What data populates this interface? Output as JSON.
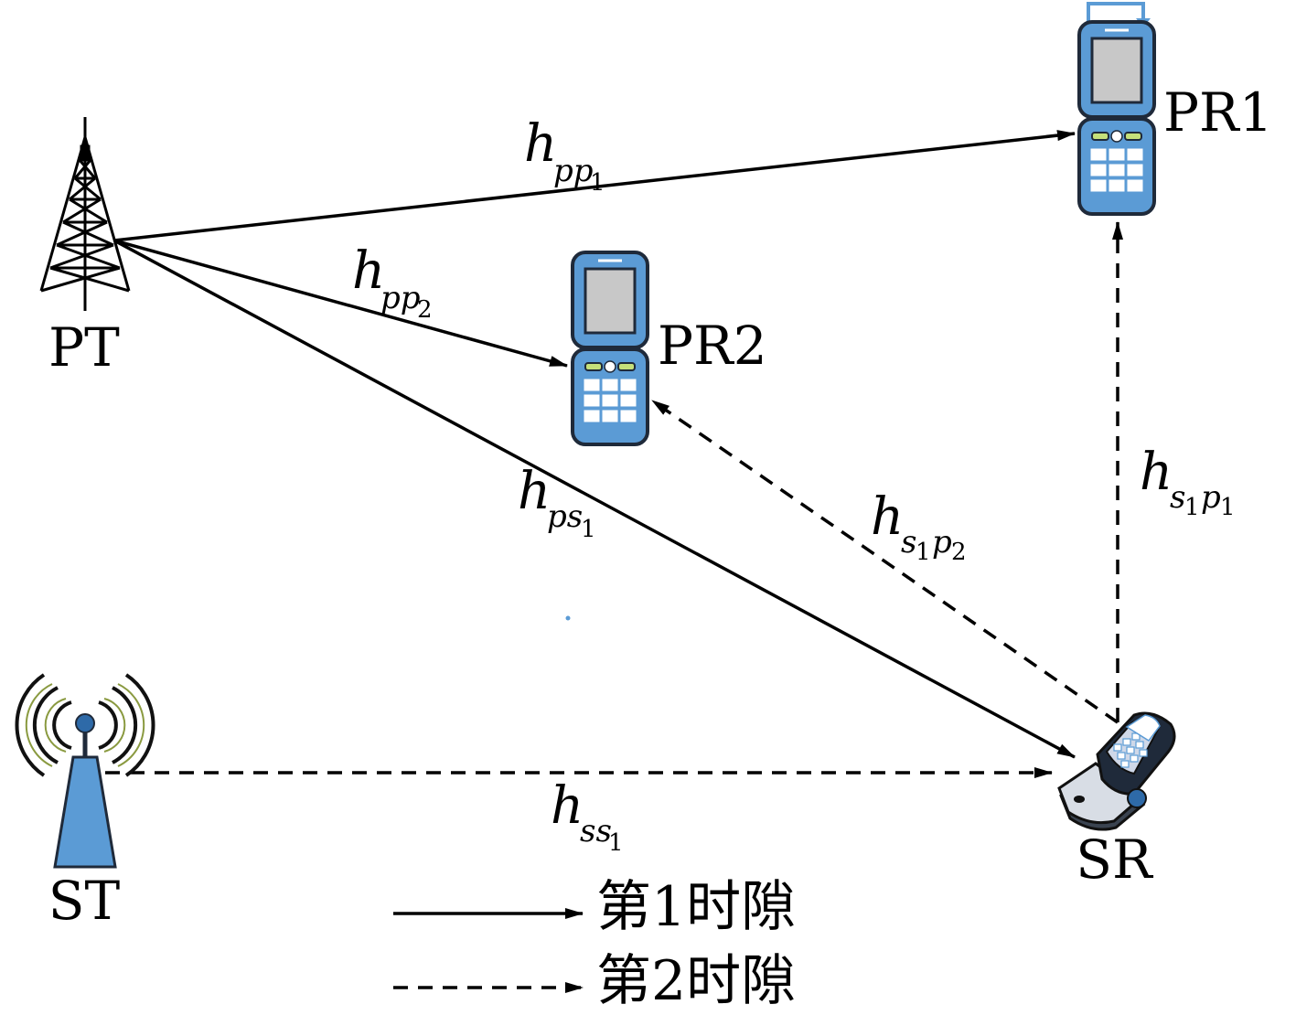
{
  "nodes": {
    "pt": {
      "label": "PT"
    },
    "st": {
      "label": "ST"
    },
    "pr1": {
      "label": "PR1"
    },
    "pr2": {
      "label": "PR2"
    },
    "sr": {
      "label": "SR"
    }
  },
  "channels": {
    "h_pp1": {
      "main": "h",
      "sub": "pp",
      "subsub": "1",
      "slot": 1
    },
    "h_pp2": {
      "main": "h",
      "sub": "pp",
      "subsub": "2",
      "slot": 1
    },
    "h_ps1": {
      "main": "h",
      "sub": "ps",
      "subsub": "1",
      "slot": 1
    },
    "h_ss1": {
      "main": "h",
      "sub": "ss",
      "subsub": "1",
      "slot": 2
    },
    "h_s1p2": {
      "main": "h",
      "sub1": "s",
      "sub1sub": "1",
      "sub2": "p",
      "sub2sub": "2",
      "slot": 2
    },
    "h_s1p1": {
      "main": "h",
      "sub1": "s",
      "sub1sub": "1",
      "sub2": "p",
      "sub2sub": "1",
      "slot": 2
    }
  },
  "legend": {
    "slot1": "第1时隙",
    "slot2": "第2时隙"
  },
  "colors": {
    "device_blue": "#5b9bd5",
    "device_dark": "#1f2a3a",
    "screen_gray": "#c8c8c8",
    "antenna_green": "#7a8a3a",
    "line": "#000000"
  }
}
